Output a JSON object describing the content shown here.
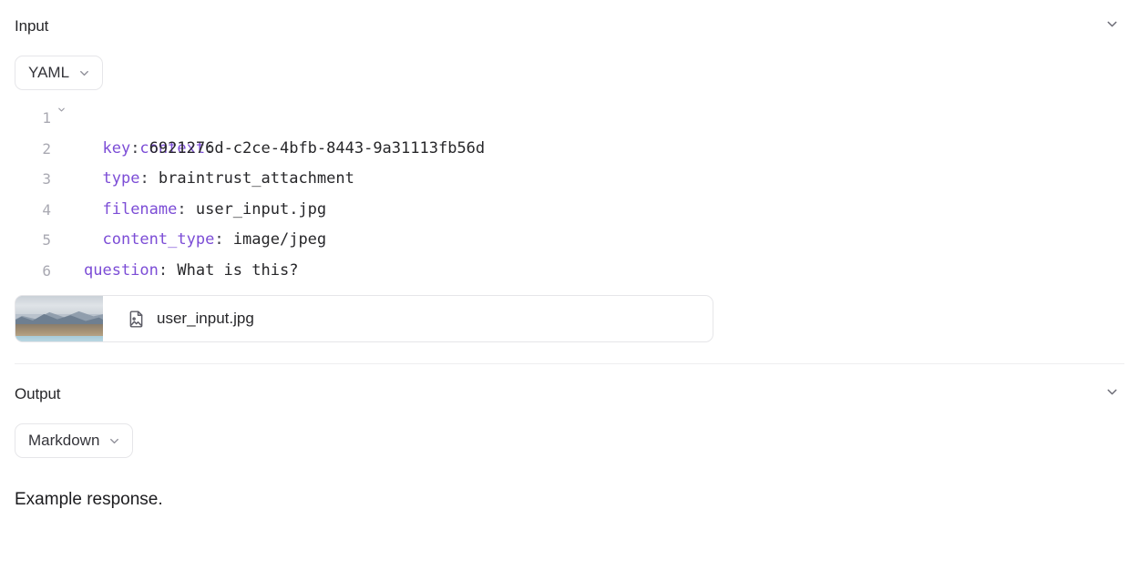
{
  "input": {
    "title": "Input",
    "collapse_icon": "chevron-down-icon",
    "format": {
      "label": "YAML",
      "chevron_icon": "chevron-down-icon"
    },
    "code": {
      "language": "yaml",
      "key_color": "#7c4dd6",
      "gutter_color": "#a9a9b2",
      "lines": [
        {
          "num": "1",
          "fold": true,
          "guide": false,
          "indent": "",
          "key": "context",
          "colon": ":",
          "value": ""
        },
        {
          "num": "2",
          "fold": false,
          "guide": true,
          "indent": "  ",
          "key": "key",
          "colon": ":",
          "value": " 6921276d-c2ce-4bfb-8443-9a31113fb56d"
        },
        {
          "num": "3",
          "fold": false,
          "guide": true,
          "indent": "  ",
          "key": "type",
          "colon": ":",
          "value": " braintrust_attachment"
        },
        {
          "num": "4",
          "fold": false,
          "guide": true,
          "indent": "  ",
          "key": "filename",
          "colon": ":",
          "value": " user_input.jpg"
        },
        {
          "num": "5",
          "fold": false,
          "guide": true,
          "indent": "  ",
          "key": "content_type",
          "colon": ":",
          "value": " image/jpeg"
        },
        {
          "num": "6",
          "fold": false,
          "guide": false,
          "indent": "",
          "key": "question",
          "colon": ":",
          "value": " What is this?"
        }
      ]
    },
    "attachment": {
      "filename": "user_input.jpg",
      "file_icon": "image-file-icon",
      "thumbnail_alt": "mountain-lake-photo-thumbnail"
    }
  },
  "output": {
    "title": "Output",
    "collapse_icon": "chevron-down-icon",
    "format": {
      "label": "Markdown",
      "chevron_icon": "chevron-down-icon"
    },
    "body_text": "Example response."
  }
}
